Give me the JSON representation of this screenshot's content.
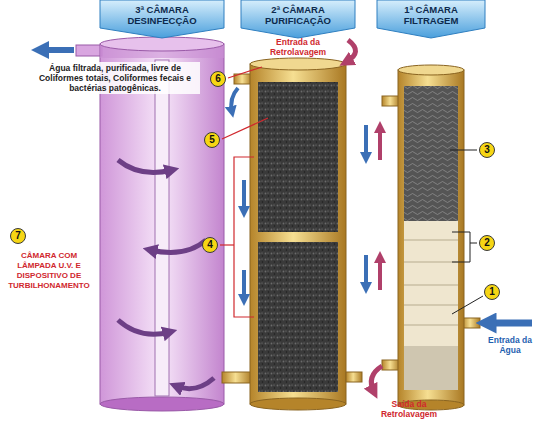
{
  "diagram": {
    "nodes": [
      {
        "text": [
          "3ª CÂMARA DESINFECÇÃO"
        ]
      },
      {
        "text": [
          "2ª CÂMARA PURIFICAÇÃO"
        ]
      },
      {
        "text": [
          "1ª CÂMARA FILTRAGEM"
        ]
      }
    ],
    "labels": [
      "Água filtrada, purificada, livre de Coliformes totais, Coliformes fecais e bactérias patogênicas.",
      "Entrada da Retrolavagem",
      "6",
      "5",
      "4",
      "7",
      "CÂMARA COM LÂMPADA U.V. E DISPOSITIVO DE TURBILHONAMENTO",
      "3",
      "2",
      "1",
      "Saída da Retrolavagem",
      "Entrada da Água"
    ]
  }
}
